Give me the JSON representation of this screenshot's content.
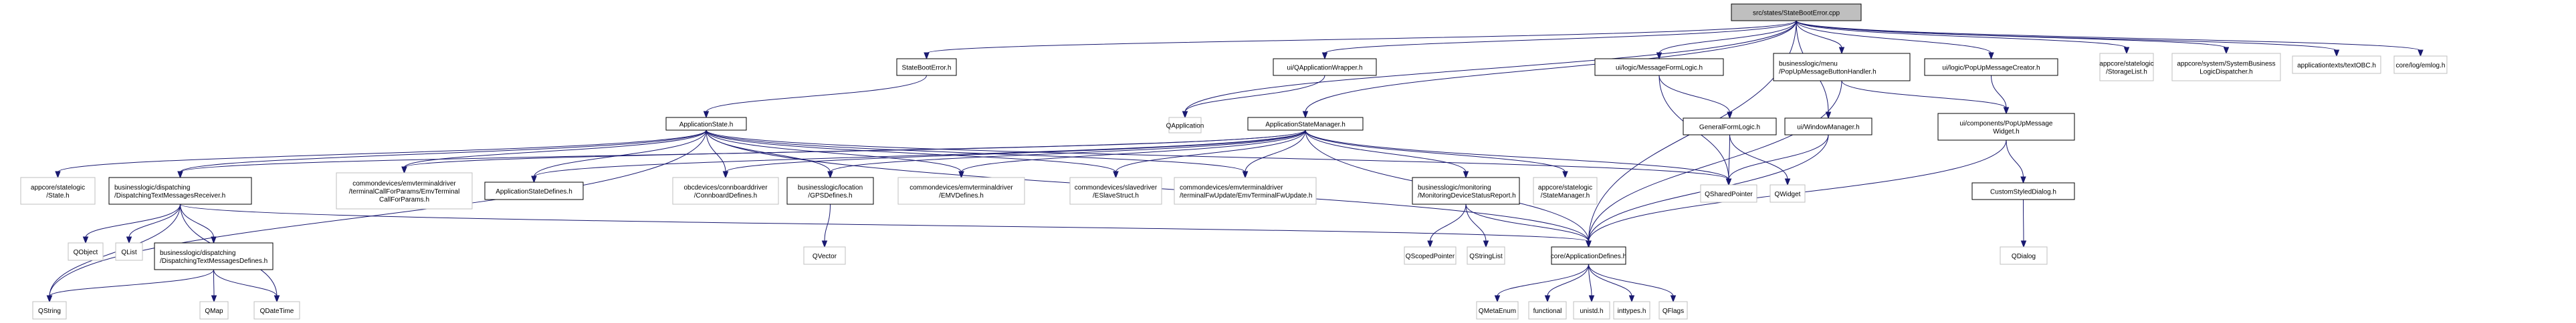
{
  "diagram": {
    "title": "src/states/StateBootError.cpp",
    "colors": {
      "edge": "#191970",
      "root_fill": "#bfbfbf",
      "documented_border": "#000000",
      "external_border": "#bfbfbf"
    },
    "nodes": [
      {
        "id": "root",
        "label": [
          "src/states/StateBootError.cpp"
        ],
        "kind": "root"
      },
      {
        "id": "StateBootError",
        "label": [
          "StateBootError.h"
        ],
        "kind": "doc"
      },
      {
        "id": "QApplicationWrapper",
        "label": [
          "ui/QApplicationWrapper.h"
        ],
        "kind": "doc"
      },
      {
        "id": "QApplication",
        "label": [
          "QApplication"
        ],
        "kind": "ext"
      },
      {
        "id": "MessageFormLogic",
        "label": [
          "ui/logic/MessageFormLogic.h"
        ],
        "kind": "doc"
      },
      {
        "id": "PopUpMessageButtonHandler",
        "label": [
          "businesslogic/menu",
          "/PopUpMessageButtonHandler.h"
        ],
        "kind": "doc",
        "align": "left"
      },
      {
        "id": "PopUpMessageCreator",
        "label": [
          "ui/logic/PopUpMessageCreator.h"
        ],
        "kind": "doc"
      },
      {
        "id": "StorageList",
        "label": [
          "appcore/statelogic",
          "/StorageList.h"
        ],
        "kind": "ext"
      },
      {
        "id": "SystemBusinessLogicDispatcher",
        "label": [
          "appcore/system/SystemBusiness",
          "LogicDispatcher.h"
        ],
        "kind": "ext"
      },
      {
        "id": "textOBC",
        "label": [
          "applicationtexts/textOBC.h"
        ],
        "kind": "ext"
      },
      {
        "id": "emlog",
        "label": [
          "core/log/emlog.h"
        ],
        "kind": "ext"
      },
      {
        "id": "ApplicationState",
        "label": [
          "ApplicationState.h"
        ],
        "kind": "doc"
      },
      {
        "id": "ApplicationStateManager",
        "label": [
          "ApplicationStateManager.h"
        ],
        "kind": "doc"
      },
      {
        "id": "GeneralFormLogic",
        "label": [
          "GeneralFormLogic.h"
        ],
        "kind": "doc"
      },
      {
        "id": "WindowManager",
        "label": [
          "ui/WindowManager.h"
        ],
        "kind": "doc"
      },
      {
        "id": "PopUpMessageWidget",
        "label": [
          "ui/components/PopUpMessage",
          "Widget.h"
        ],
        "kind": "doc"
      },
      {
        "id": "State",
        "label": [
          "appcore/statelogic",
          "/State.h"
        ],
        "kind": "ext"
      },
      {
        "id": "DispatchingTextMessagesReceiver",
        "label": [
          "businesslogic/dispatching",
          "/DispatchingTextMessagesReceiver.h"
        ],
        "kind": "doc",
        "align": "left"
      },
      {
        "id": "EmvTerminalCallForParams",
        "label": [
          "commondevices/emvterminaldriver",
          "/terminalCallForParams/EmvTerminal",
          "CallForParams.h"
        ],
        "kind": "ext"
      },
      {
        "id": "ApplicationStateDefines",
        "label": [
          "ApplicationStateDefines.h"
        ],
        "kind": "doc"
      },
      {
        "id": "ConnboardDefines",
        "label": [
          "obcdevices/connboarddriver",
          "/ConnboardDefines.h"
        ],
        "kind": "ext"
      },
      {
        "id": "GPSDefines",
        "label": [
          "businesslogic/location",
          "/GPSDefines.h"
        ],
        "kind": "doc"
      },
      {
        "id": "EMVDefines",
        "label": [
          "commondevices/emvterminaldriver",
          "/EMVDefines.h"
        ],
        "kind": "ext"
      },
      {
        "id": "ESlaveStruct",
        "label": [
          "commondevices/slavedriver",
          "/ESlaveStruct.h"
        ],
        "kind": "ext"
      },
      {
        "id": "EmvTerminalFwUpdate",
        "label": [
          "commondevices/emvterminaldriver",
          "/terminalFwUpdate/EmvTerminalFwUpdate.h"
        ],
        "kind": "ext",
        "align": "left"
      },
      {
        "id": "MonitoringDeviceStatusReport",
        "label": [
          "businesslogic/monitoring",
          "/MonitoringDeviceStatusReport.h"
        ],
        "kind": "doc",
        "align": "left"
      },
      {
        "id": "StateManager",
        "label": [
          "appcore/statelogic",
          "/StateManager.h"
        ],
        "kind": "ext"
      },
      {
        "id": "QSharedPointer",
        "label": [
          "QSharedPointer"
        ],
        "kind": "ext"
      },
      {
        "id": "QWidget",
        "label": [
          "QWidget"
        ],
        "kind": "ext"
      },
      {
        "id": "CustomStyledDialog",
        "label": [
          "CustomStyledDialog.h"
        ],
        "kind": "doc"
      },
      {
        "id": "QObject",
        "label": [
          "QObject"
        ],
        "kind": "ext"
      },
      {
        "id": "QList",
        "label": [
          "QList"
        ],
        "kind": "ext"
      },
      {
        "id": "DispatchingTextMessagesDefines",
        "label": [
          "businesslogic/dispatching",
          "/DispatchingTextMessagesDefines.h"
        ],
        "kind": "doc",
        "align": "left"
      },
      {
        "id": "QVector",
        "label": [
          "QVector"
        ],
        "kind": "ext"
      },
      {
        "id": "QScopedPointer",
        "label": [
          "QScopedPointer"
        ],
        "kind": "ext"
      },
      {
        "id": "QStringList",
        "label": [
          "QStringList"
        ],
        "kind": "ext"
      },
      {
        "id": "ApplicationDefines",
        "label": [
          "core/ApplicationDefines.h"
        ],
        "kind": "doc"
      },
      {
        "id": "QDialog",
        "label": [
          "QDialog"
        ],
        "kind": "ext"
      },
      {
        "id": "QString",
        "label": [
          "QString"
        ],
        "kind": "ext"
      },
      {
        "id": "QMap",
        "label": [
          "QMap"
        ],
        "kind": "ext"
      },
      {
        "id": "QDateTime",
        "label": [
          "QDateTime"
        ],
        "kind": "ext"
      },
      {
        "id": "QMetaEnum",
        "label": [
          "QMetaEnum"
        ],
        "kind": "ext"
      },
      {
        "id": "functional",
        "label": [
          "functional"
        ],
        "kind": "ext"
      },
      {
        "id": "unistd",
        "label": [
          "unistd.h"
        ],
        "kind": "ext"
      },
      {
        "id": "inttypes",
        "label": [
          "inttypes.h"
        ],
        "kind": "ext"
      },
      {
        "id": "QFlags",
        "label": [
          "QFlags"
        ],
        "kind": "ext"
      }
    ],
    "edges": [
      [
        "root",
        "StateBootError"
      ],
      [
        "root",
        "QApplicationWrapper"
      ],
      [
        "root",
        "QApplication"
      ],
      [
        "root",
        "MessageFormLogic"
      ],
      [
        "root",
        "PopUpMessageButtonHandler"
      ],
      [
        "root",
        "PopUpMessageCreator"
      ],
      [
        "root",
        "StorageList"
      ],
      [
        "root",
        "SystemBusinessLogicDispatcher"
      ],
      [
        "root",
        "textOBC"
      ],
      [
        "root",
        "emlog"
      ],
      [
        "root",
        "ApplicationStateManager"
      ],
      [
        "root",
        "WindowManager"
      ],
      [
        "root",
        "ApplicationDefines"
      ],
      [
        "StateBootError",
        "ApplicationState"
      ],
      [
        "QApplicationWrapper",
        "QApplication"
      ],
      [
        "ApplicationState",
        "State"
      ],
      [
        "ApplicationState",
        "DispatchingTextMessagesReceiver"
      ],
      [
        "ApplicationState",
        "EmvTerminalCallForParams"
      ],
      [
        "ApplicationState",
        "ApplicationStateDefines"
      ],
      [
        "ApplicationState",
        "ConnboardDefines"
      ],
      [
        "ApplicationState",
        "GPSDefines"
      ],
      [
        "ApplicationState",
        "EMVDefines"
      ],
      [
        "ApplicationState",
        "ESlaveStruct"
      ],
      [
        "ApplicationState",
        "EmvTerminalFwUpdate"
      ],
      [
        "ApplicationState",
        "QSharedPointer"
      ],
      [
        "ApplicationState",
        "QString"
      ],
      [
        "ApplicationState",
        "ApplicationDefines"
      ],
      [
        "ApplicationStateManager",
        "DispatchingTextMessagesReceiver"
      ],
      [
        "ApplicationStateManager",
        "EmvTerminalCallForParams"
      ],
      [
        "ApplicationStateManager",
        "ApplicationStateDefines"
      ],
      [
        "ApplicationStateManager",
        "ConnboardDefines"
      ],
      [
        "ApplicationStateManager",
        "GPSDefines"
      ],
      [
        "ApplicationStateManager",
        "EMVDefines"
      ],
      [
        "ApplicationStateManager",
        "ESlaveStruct"
      ],
      [
        "ApplicationStateManager",
        "EmvTerminalFwUpdate"
      ],
      [
        "ApplicationStateManager",
        "MonitoringDeviceStatusReport"
      ],
      [
        "ApplicationStateManager",
        "StateManager"
      ],
      [
        "ApplicationStateManager",
        "QSharedPointer"
      ],
      [
        "ApplicationStateManager",
        "ApplicationDefines"
      ],
      [
        "MessageFormLogic",
        "GeneralFormLogic"
      ],
      [
        "MessageFormLogic",
        "QSharedPointer"
      ],
      [
        "GeneralFormLogic",
        "QSharedPointer"
      ],
      [
        "GeneralFormLogic",
        "QWidget"
      ],
      [
        "WindowManager",
        "QSharedPointer"
      ],
      [
        "WindowManager",
        "ApplicationDefines"
      ],
      [
        "PopUpMessageButtonHandler",
        "PopUpMessageWidget"
      ],
      [
        "PopUpMessageButtonHandler",
        "ApplicationDefines"
      ],
      [
        "PopUpMessageCreator",
        "PopUpMessageWidget"
      ],
      [
        "PopUpMessageWidget",
        "CustomStyledDialog"
      ],
      [
        "PopUpMessageWidget",
        "ApplicationDefines"
      ],
      [
        "CustomStyledDialog",
        "QDialog"
      ],
      [
        "DispatchingTextMessagesReceiver",
        "QString"
      ],
      [
        "DispatchingTextMessagesReceiver",
        "QObject"
      ],
      [
        "DispatchingTextMessagesReceiver",
        "QList"
      ],
      [
        "DispatchingTextMessagesReceiver",
        "DispatchingTextMessagesDefines"
      ],
      [
        "DispatchingTextMessagesReceiver",
        "QDateTime"
      ],
      [
        "DispatchingTextMessagesReceiver",
        "ApplicationDefines"
      ],
      [
        "DispatchingTextMessagesDefines",
        "QString"
      ],
      [
        "DispatchingTextMessagesDefines",
        "QMap"
      ],
      [
        "DispatchingTextMessagesDefines",
        "QDateTime"
      ],
      [
        "GPSDefines",
        "QVector"
      ],
      [
        "MonitoringDeviceStatusReport",
        "QScopedPointer"
      ],
      [
        "MonitoringDeviceStatusReport",
        "QStringList"
      ],
      [
        "MonitoringDeviceStatusReport",
        "ApplicationDefines"
      ],
      [
        "ApplicationDefines",
        "QMetaEnum"
      ],
      [
        "ApplicationDefines",
        "functional"
      ],
      [
        "ApplicationDefines",
        "unistd"
      ],
      [
        "ApplicationDefines",
        "inttypes"
      ],
      [
        "ApplicationDefines",
        "QFlags"
      ]
    ]
  }
}
